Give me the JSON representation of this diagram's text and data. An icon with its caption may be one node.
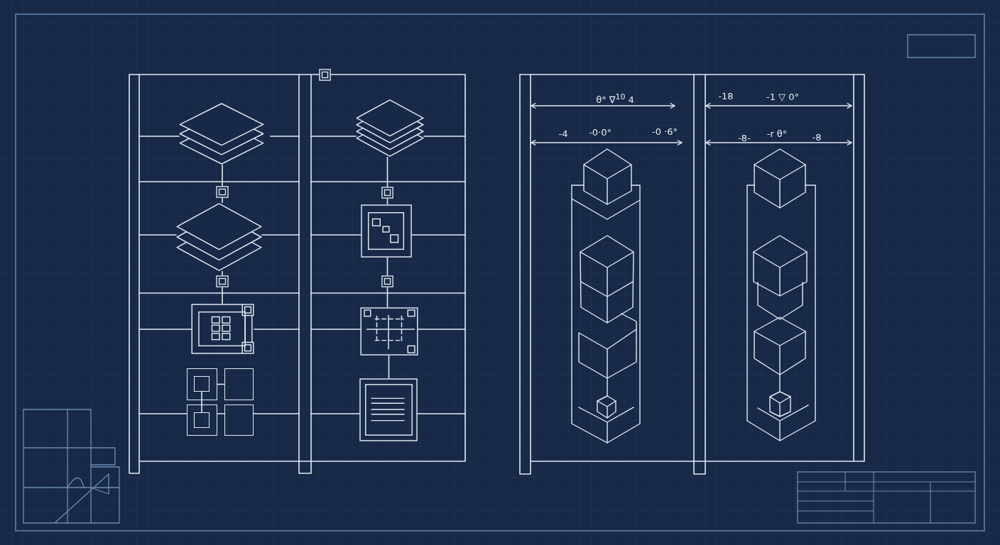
{
  "diagram": {
    "nodes": [
      {
        "text": [],
        "shape": "box"
      },
      {
        "text": [],
        "shape": "picture"
      },
      {
        "text": [],
        "shape": "box"
      },
      {
        "text": [],
        "shape": "picture"
      },
      {
        "text": [],
        "shape": "box"
      },
      {
        "text": [],
        "shape": "picture"
      },
      {
        "text": [],
        "shape": "box"
      },
      {
        "text": [],
        "shape": "box",
        "in": 6
      },
      {
        "text": [],
        "shape": "box"
      },
      {
        "text": [],
        "shape": "box"
      },
      {
        "text": [],
        "shape": "box",
        "in": 9
      },
      {
        "text": [],
        "shape": "box"
      },
      {
        "text": [],
        "shape": "picture"
      },
      {
        "text": [],
        "shape": "box"
      },
      {
        "text": [],
        "shape": "picture"
      },
      {
        "text": [],
        "shape": "box"
      },
      {
        "text": [],
        "shape": "picture"
      },
      {
        "text": [],
        "shape": "picture"
      }
    ],
    "edges": [
      {
        "from": 1,
        "to": 2,
        "arrow": "none"
      },
      {
        "from": 2,
        "to": 3,
        "arrow": "none"
      },
      {
        "from": 3,
        "to": 4,
        "arrow": "none"
      },
      {
        "from": 4,
        "to": 5,
        "arrow": "none"
      },
      {
        "from": 6,
        "to": 8,
        "arrow": "none"
      },
      {
        "from": 7,
        "to": 10,
        "arrow": "none"
      },
      {
        "from": 12,
        "to": 13,
        "arrow": "none"
      },
      {
        "from": 13,
        "to": 14,
        "arrow": "none"
      },
      {
        "from": 14,
        "to": 15,
        "arrow": "none"
      },
      {
        "from": 15,
        "to": 16,
        "arrow": "none"
      },
      {
        "from": 16,
        "to": 17,
        "arrow": "none"
      }
    ],
    "labels": [
      "θ° ∇$^{10}$ 4",
      "-4",
      "-0·0°",
      "-0 ·6°",
      "-18",
      "-1 ▽ 0°",
      "-8-",
      "-r θ°",
      "-8"
    ]
  }
}
